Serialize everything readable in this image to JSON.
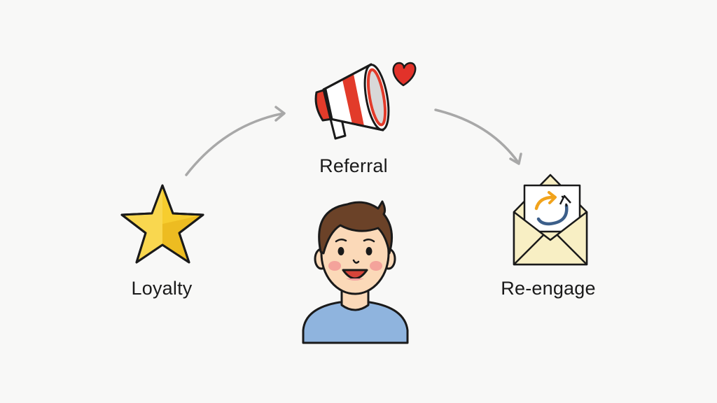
{
  "nodes": {
    "referral": {
      "label": "Referral",
      "icon": "megaphone-icon"
    },
    "loyalty": {
      "label": "Loyalty",
      "icon": "star-icon"
    },
    "reengage": {
      "label": "Re-engage",
      "icon": "envelope-icon"
    }
  },
  "center": {
    "icon": "person-icon"
  },
  "decorations": {
    "heart_icon": "heart-icon"
  },
  "edges": [
    {
      "from": "loyalty",
      "to": "referral"
    },
    {
      "from": "referral",
      "to": "reengage"
    }
  ],
  "colors": {
    "background": "#f8f8f7",
    "arrow": "#a8a8a8",
    "star_fill": "#f7cd2e",
    "megaphone_red": "#e23b2a",
    "heart": "#e2322a",
    "shirt": "#8fb4de",
    "skin": "#fbd9b8",
    "hair": "#6b4228",
    "envelope": "#f8efc4"
  }
}
